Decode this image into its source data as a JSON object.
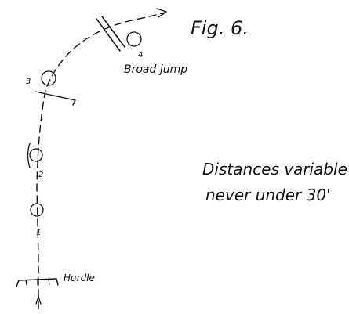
{
  "figure": {
    "title": "Fig. 6.",
    "note_line_1": "Distances variable",
    "note_line_2": "never under 30'"
  },
  "labels": {
    "broad_jump": "Broad jump",
    "hurdle": "Hurdle"
  },
  "positions": [
    "1",
    "2",
    "3",
    "4"
  ]
}
